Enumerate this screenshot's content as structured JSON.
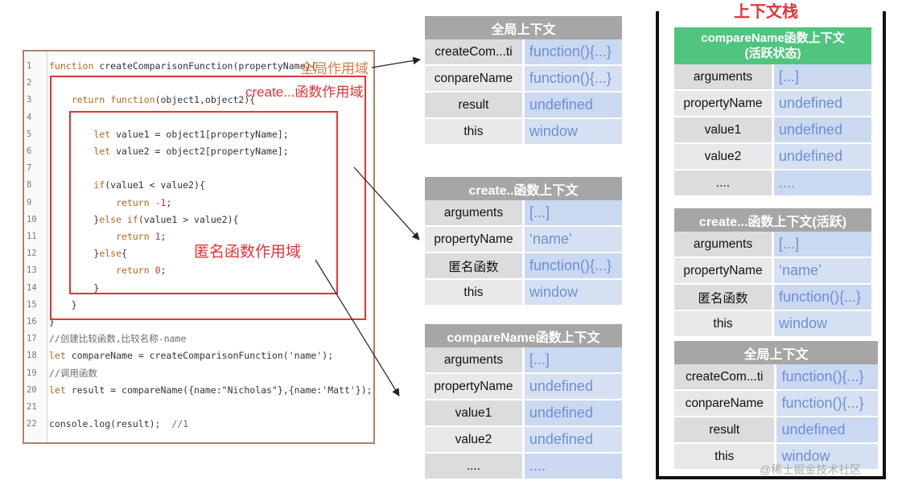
{
  "code": {
    "lines": [
      {
        "n": "1",
        "t": "function createComparisonFunction(propertyName){"
      },
      {
        "n": "2",
        "t": ""
      },
      {
        "n": "3",
        "t": "    return function(object1,object2){"
      },
      {
        "n": "4",
        "t": ""
      },
      {
        "n": "5",
        "t": "        let value1 = object1[propertyName];"
      },
      {
        "n": "6",
        "t": "        let value2 = object2[propertyName];"
      },
      {
        "n": "7",
        "t": ""
      },
      {
        "n": "8",
        "t": "        if(value1 < value2){"
      },
      {
        "n": "9",
        "t": "            return -1;"
      },
      {
        "n": "10",
        "t": "        }else if(value1 > value2){"
      },
      {
        "n": "11",
        "t": "            return 1;"
      },
      {
        "n": "12",
        "t": "        }else{"
      },
      {
        "n": "13",
        "t": "            return 0;"
      },
      {
        "n": "14",
        "t": "        }"
      },
      {
        "n": "15",
        "t": "    }"
      },
      {
        "n": "16",
        "t": "}"
      },
      {
        "n": "17",
        "t": "//创建比较函数,比较名称-name"
      },
      {
        "n": "18",
        "t": "let compareName = createComparisonFunction('name');"
      },
      {
        "n": "19",
        "t": "//调用函数"
      },
      {
        "n": "20",
        "t": "let result = compareName({name:\"Nicholas\"},{name:'Matt'});"
      },
      {
        "n": "21",
        "t": ""
      },
      {
        "n": "22",
        "t": "console.log(result);  //1"
      }
    ],
    "scope_global": "全局作用域",
    "scope_create": "create...函数作用域",
    "scope_anon": "匿名函数作用域"
  },
  "tables": {
    "global": {
      "title": "全局上下文",
      "rows": [
        {
          "k": "createCom...ti",
          "v": "function(){...}"
        },
        {
          "k": "conpareName",
          "v": "function(){...}"
        },
        {
          "k": "result",
          "v": "undefined"
        },
        {
          "k": "this",
          "v": "window"
        }
      ]
    },
    "create": {
      "title": "create..函数上下文",
      "rows": [
        {
          "k": "arguments",
          "v": "[...]"
        },
        {
          "k": "propertyName",
          "v": "‘name’"
        },
        {
          "k": "匿名函数",
          "v": "function(){...}"
        },
        {
          "k": "this",
          "v": "window"
        }
      ]
    },
    "compare": {
      "title": "compareName函数上下文",
      "rows": [
        {
          "k": "arguments",
          "v": "[...]"
        },
        {
          "k": "propertyName",
          "v": "undefined"
        },
        {
          "k": "value1",
          "v": "undefined"
        },
        {
          "k": "value2",
          "v": "undefined"
        },
        {
          "k": "....",
          "v": "...."
        }
      ]
    }
  },
  "stack": {
    "title": "上下文栈",
    "compare_active": {
      "title_line1": "compareName函数上下文",
      "title_line2": "(活跃状态)",
      "rows": [
        {
          "k": "arguments",
          "v": "[...]"
        },
        {
          "k": "propertyName",
          "v": "undefined"
        },
        {
          "k": "value1",
          "v": "undefined"
        },
        {
          "k": "value2",
          "v": "undefined"
        },
        {
          "k": "....",
          "v": "...."
        }
      ]
    },
    "create_active": {
      "title": "create...函数上下文(活跃)",
      "rows": [
        {
          "k": "arguments",
          "v": "[...]"
        },
        {
          "k": "propertyName",
          "v": "‘name’"
        },
        {
          "k": "匿名函数",
          "v": "function(){...}"
        },
        {
          "k": "this",
          "v": "window"
        }
      ]
    },
    "global": {
      "title": "全局上下文",
      "rows": [
        {
          "k": "createCom...ti",
          "v": "function(){...}"
        },
        {
          "k": "conpareName",
          "v": "function(){...}"
        },
        {
          "k": "result",
          "v": "undefined"
        },
        {
          "k": "this",
          "v": "window"
        }
      ]
    }
  },
  "watermark": "@稀土掘金技术社区",
  "colors": {
    "scope_red": "#e23434",
    "scope_global_orange": "#e07a3d",
    "table_header_gray": "#a6a6a6",
    "table_header_green": "#4fc57f",
    "value_blue": "#6e8fd6"
  }
}
